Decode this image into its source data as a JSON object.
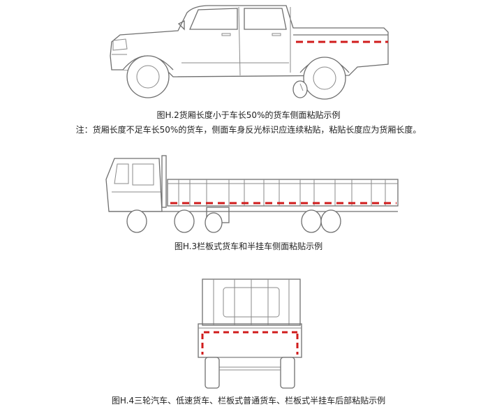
{
  "figures": [
    {
      "caption": "图H.2货厢长度小于车长50%的货车侧面粘贴示例",
      "note": "注：货厢长度不足车长50%的货车，侧面车身反光标识应连续粘贴，粘贴长度应为货厢长度。"
    },
    {
      "caption": "图H.3栏板式货车和半挂车侧面粘贴示例"
    },
    {
      "caption": "图H.4三轮汽车、低速货车、栏板式普通货车、栏板式半挂车后部粘贴示例"
    }
  ],
  "colors": {
    "reflective_red": "#d01c1c",
    "line_gray": "#6f6f6f",
    "background": "#ffffff"
  }
}
